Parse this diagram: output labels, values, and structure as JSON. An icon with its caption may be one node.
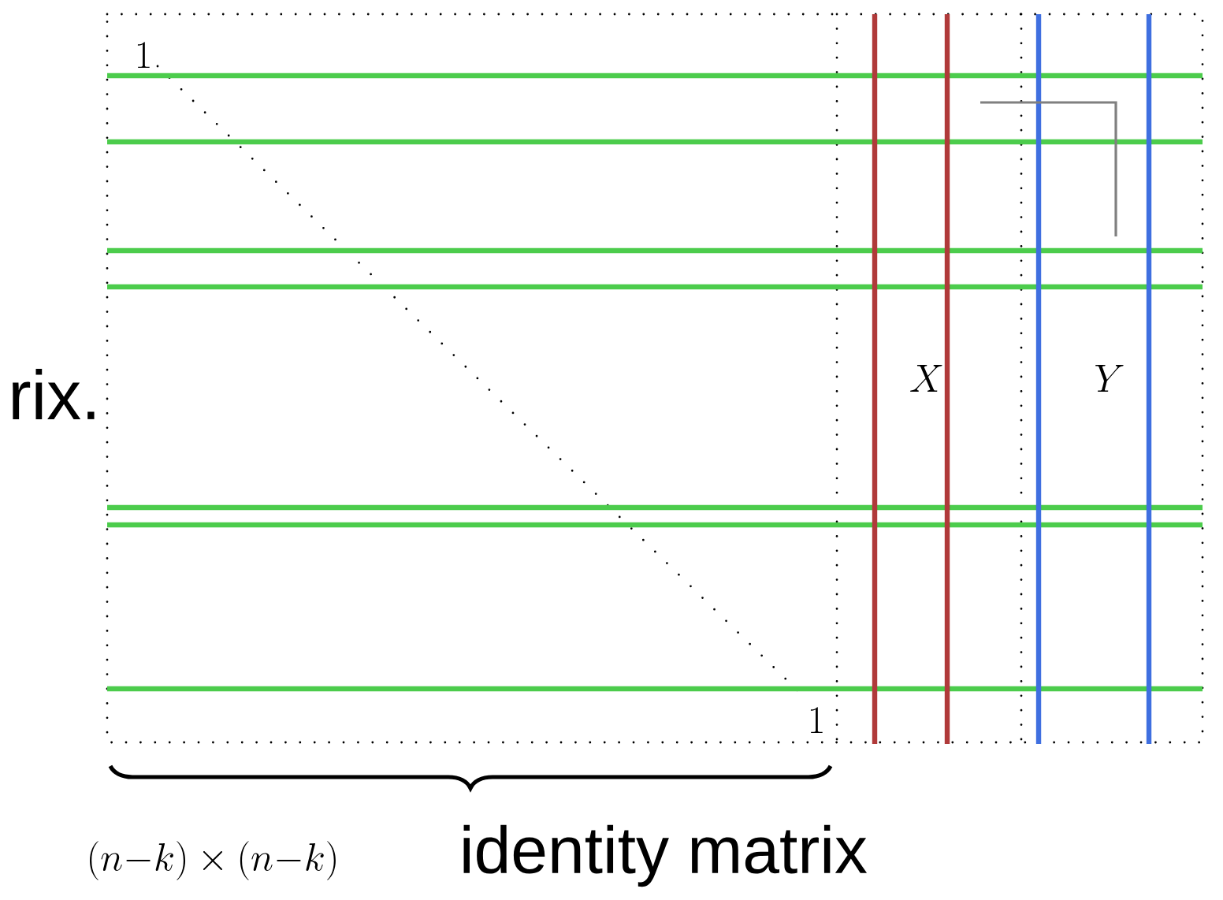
{
  "diagram": {
    "labels": [
      "1",
      "1",
      "X",
      "Y",
      "rix.",
      "(n{-}k)\\times(n{-}k)",
      "identity matrix"
    ]
  }
}
